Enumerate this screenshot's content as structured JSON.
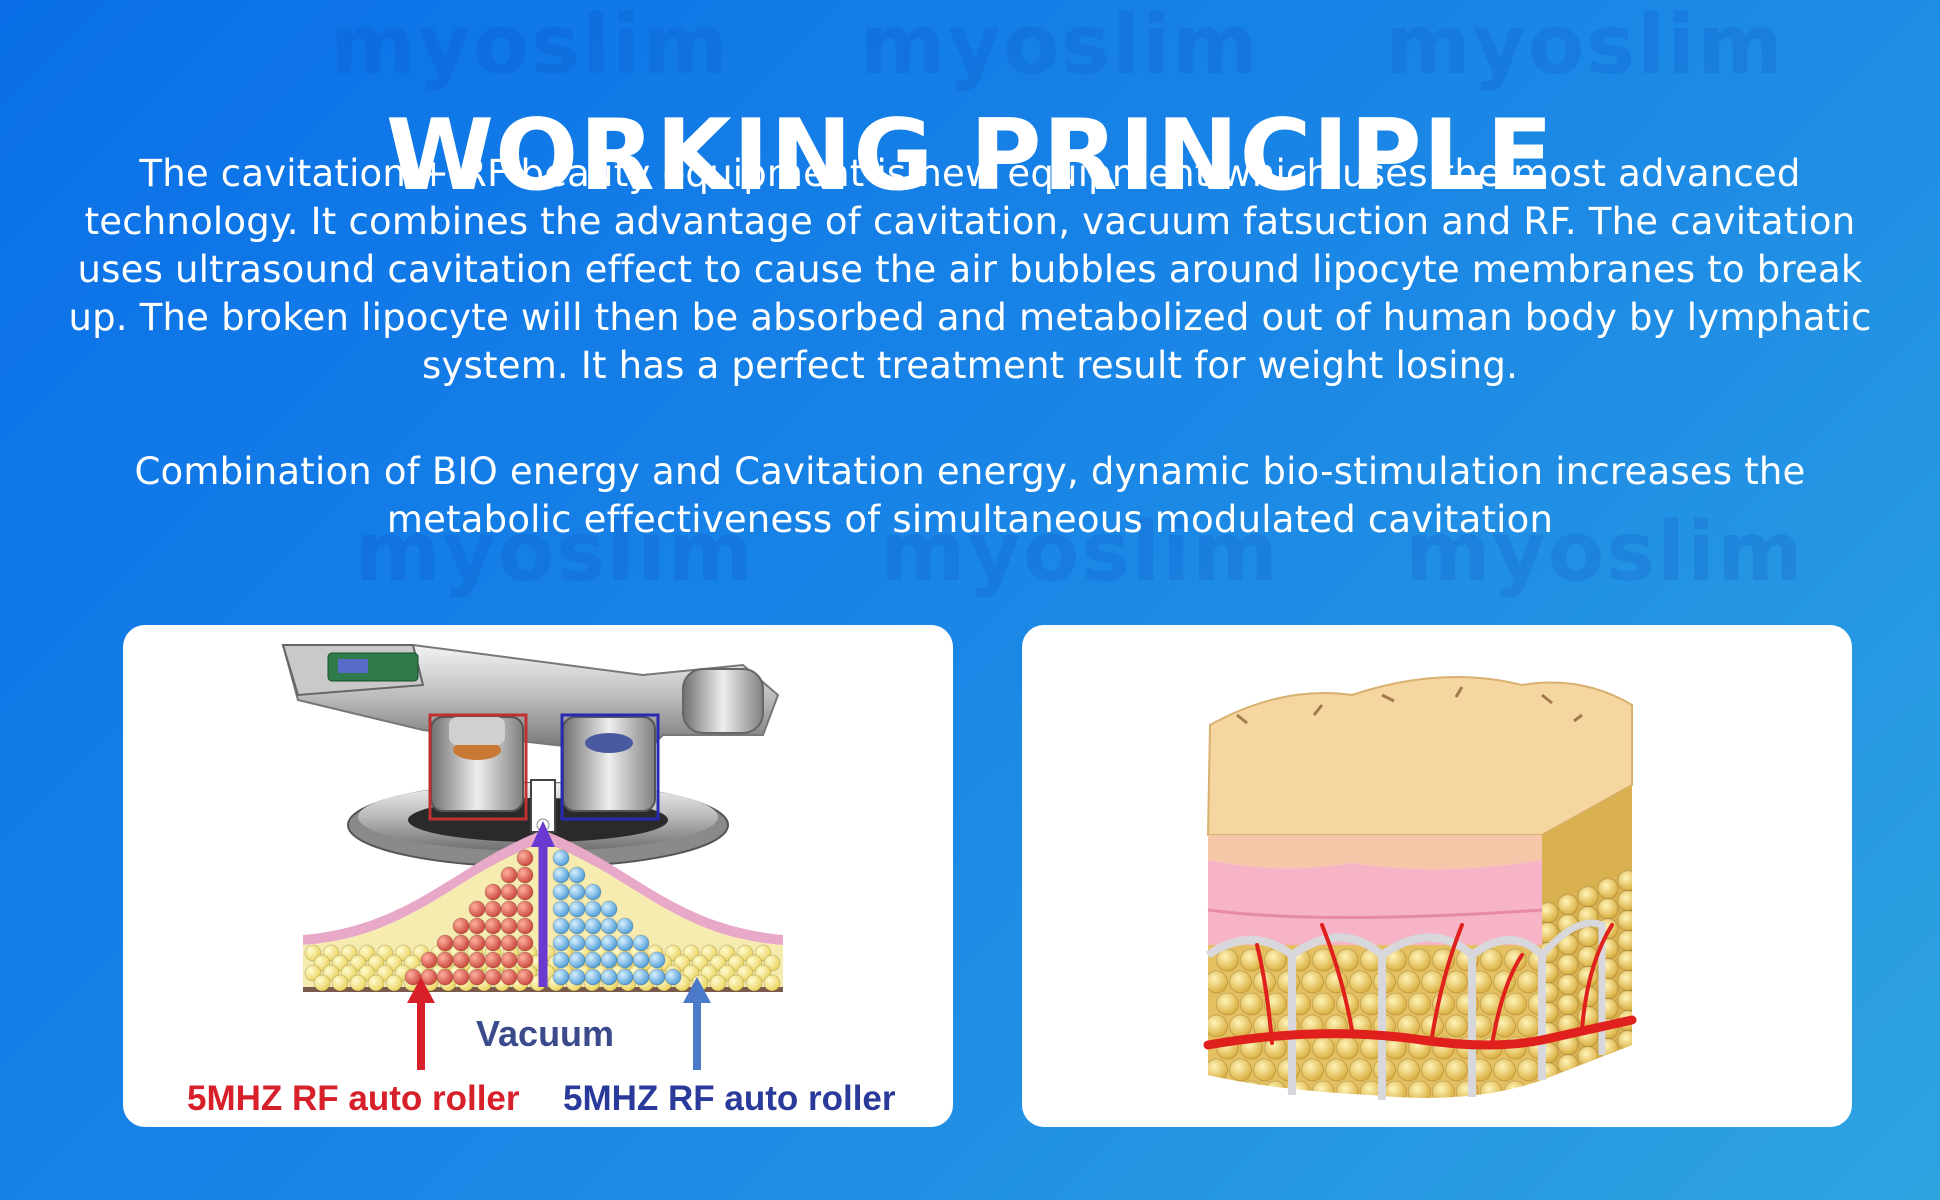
{
  "watermark": {
    "text": "myoslim"
  },
  "header": {
    "title": "WORKING PRINCIPLE"
  },
  "body": {
    "paragraph1": "The cavitation + RF beauty equipment is new equipment which uses the most advanced technology. It combines the advantage of cavitation, vacuum fatsuction and RF. The cavitation uses ultrasound cavitation effect to cause the air bubbles around lipocyte membranes to break up. The broken lipocyte will then be absorbed and metabolized out of human body by lymphatic system. It has a perfect treatment result for weight losing.",
    "paragraph2": "Combination of BIO energy and Cavitation energy, dynamic bio-stimulation increases the metabolic effectiveness of simultaneous modulated cavitation"
  },
  "diagram_left": {
    "label_vacuum": "Vacuum",
    "label_red_roller": "5MHZ RF auto roller",
    "label_blue_roller": "5MHZ RF auto roller",
    "colors": {
      "red": "#d8202a",
      "blue": "#2a3a9a",
      "purple": "#6a3ad0"
    }
  },
  "diagram_right": {
    "icon": "skin-fat-layers-cross-section",
    "colors": {
      "skin": "#f6d6a0",
      "dermis": "#f2a3b8",
      "fat": "#f3d25c",
      "vessel": "#e0201c"
    }
  }
}
